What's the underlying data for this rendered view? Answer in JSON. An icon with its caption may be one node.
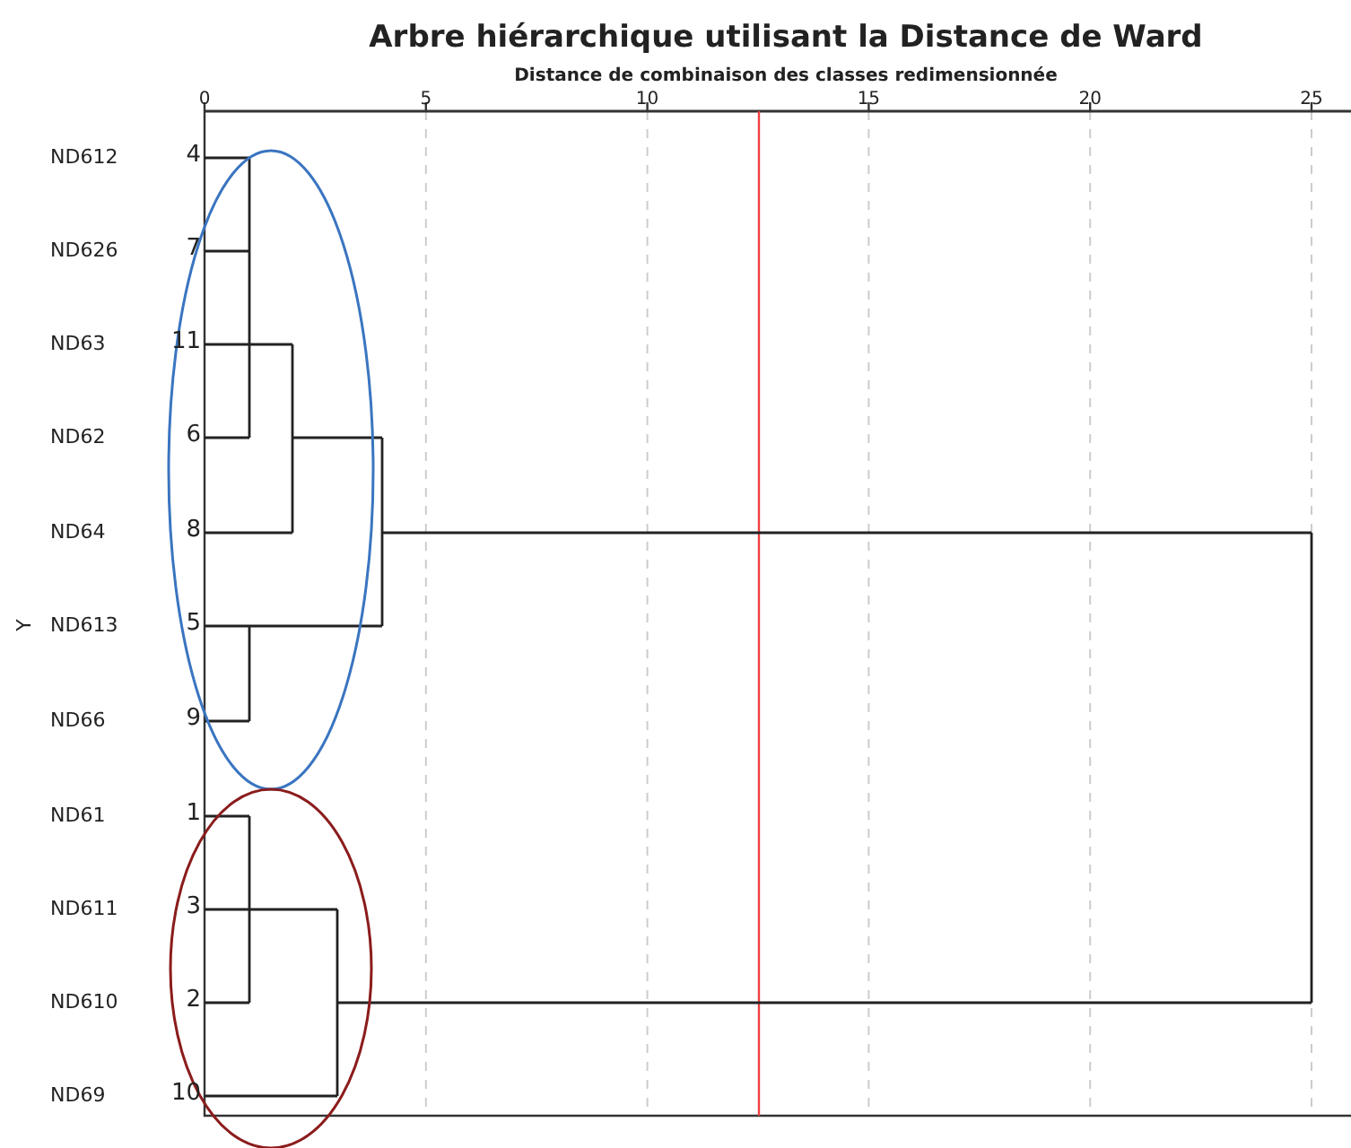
{
  "diagram": {
    "title": "Arbre hiérarchique utilisant la Distance de Ward",
    "labels": [
      "Distance de combinaison des classes redimensionnée",
      "0",
      "5",
      "10",
      "15",
      "20",
      "25",
      "Y",
      "ND612",
      "4",
      "ND626",
      "7",
      "ND63",
      "11",
      "ND62",
      "6",
      "ND64",
      "8",
      "ND613",
      "5",
      "ND66",
      "9",
      "ND61",
      "1",
      "ND611",
      "3",
      "ND610",
      "2",
      "ND69",
      "10"
    ]
  }
}
